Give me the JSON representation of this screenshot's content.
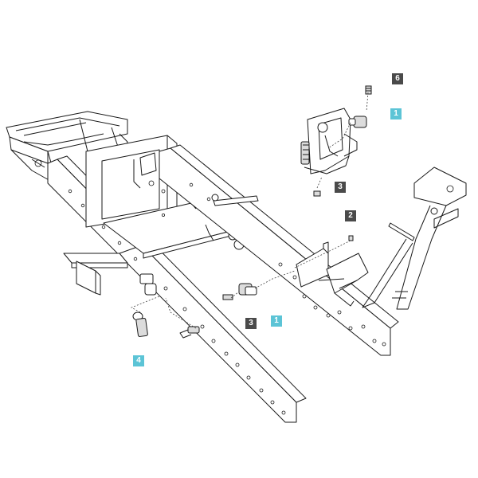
{
  "callouts": {
    "c6": {
      "label": "6",
      "style": "dark"
    },
    "c1_top": {
      "label": "1",
      "style": "accent"
    },
    "c3_top": {
      "label": "3",
      "style": "dark"
    },
    "c2": {
      "label": "2",
      "style": "dark"
    },
    "c3_bottom": {
      "label": "3",
      "style": "dark"
    },
    "c1_bottom": {
      "label": "1",
      "style": "accent"
    },
    "c4": {
      "label": "4",
      "style": "accent"
    }
  },
  "colors": {
    "accent": "#5cc4d6",
    "dark": "#4a4a4a",
    "line": "#1a1a1a"
  }
}
